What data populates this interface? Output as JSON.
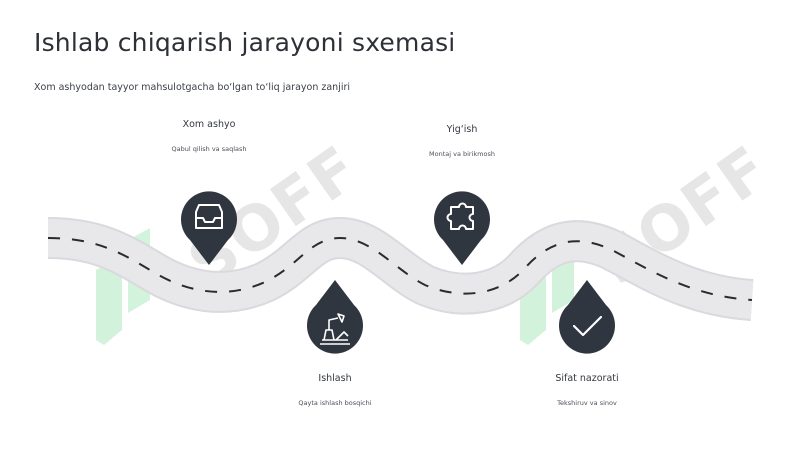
{
  "slide": {
    "title": "Ishlab chiqarish jarayoni sxemasi",
    "subtitle": "Xom ashyodan tayyor mahsulotgacha bo‘lgan to‘liq jarayon zanjiri"
  },
  "stages": [
    {
      "name": "Xom ashyo",
      "desc": "Qabul qilish va saqlash",
      "icon": "inbox-tray-icon"
    },
    {
      "name": "Ishlash",
      "desc": "Qayta ishlash bosqichi",
      "icon": "factory-machine-icon"
    },
    {
      "name": "Yig‘ish",
      "desc": "Montaj va birikmosh",
      "icon": "puzzle-piece-icon"
    },
    {
      "name": "Sifat nazorati",
      "desc": "Tekshiruv va sinov",
      "icon": "checkmark-icon"
    }
  ],
  "watermark": {
    "text": "SOFF"
  },
  "colors": {
    "pin": "#2f3640",
    "road": "#e6e6e8",
    "road_edge": "#d8d8dc",
    "dash": "#2b2b2b",
    "watermark_green": "#8fe0a8"
  }
}
